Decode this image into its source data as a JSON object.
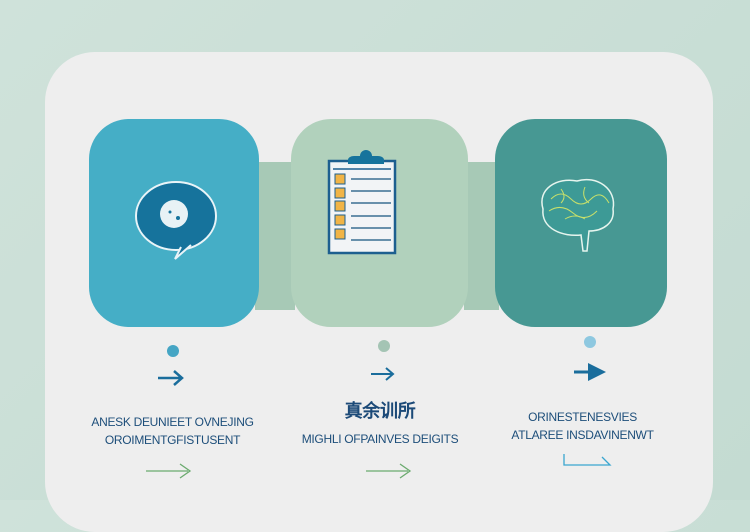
{
  "colors": {
    "tile1": "#45aec6",
    "tile2": "#b1d1bc",
    "tile3": "#479893",
    "connector": "#a7c9b6",
    "text": "#1d4e7a"
  },
  "steps": [
    {
      "icon": "speech-bubble-icon",
      "line1": "ANESK DEUNIEET OVNEJING",
      "line2": "OROIMENTGFISTUSENT"
    },
    {
      "icon": "clipboard-checklist-icon",
      "title": "真余训所",
      "line1": "MIGHLI OFPAINVES DEIGITS"
    },
    {
      "icon": "brain-icon",
      "line1": "ORINESTENESVIES",
      "line2": "ATLAREE INSDAVINENWT"
    }
  ]
}
